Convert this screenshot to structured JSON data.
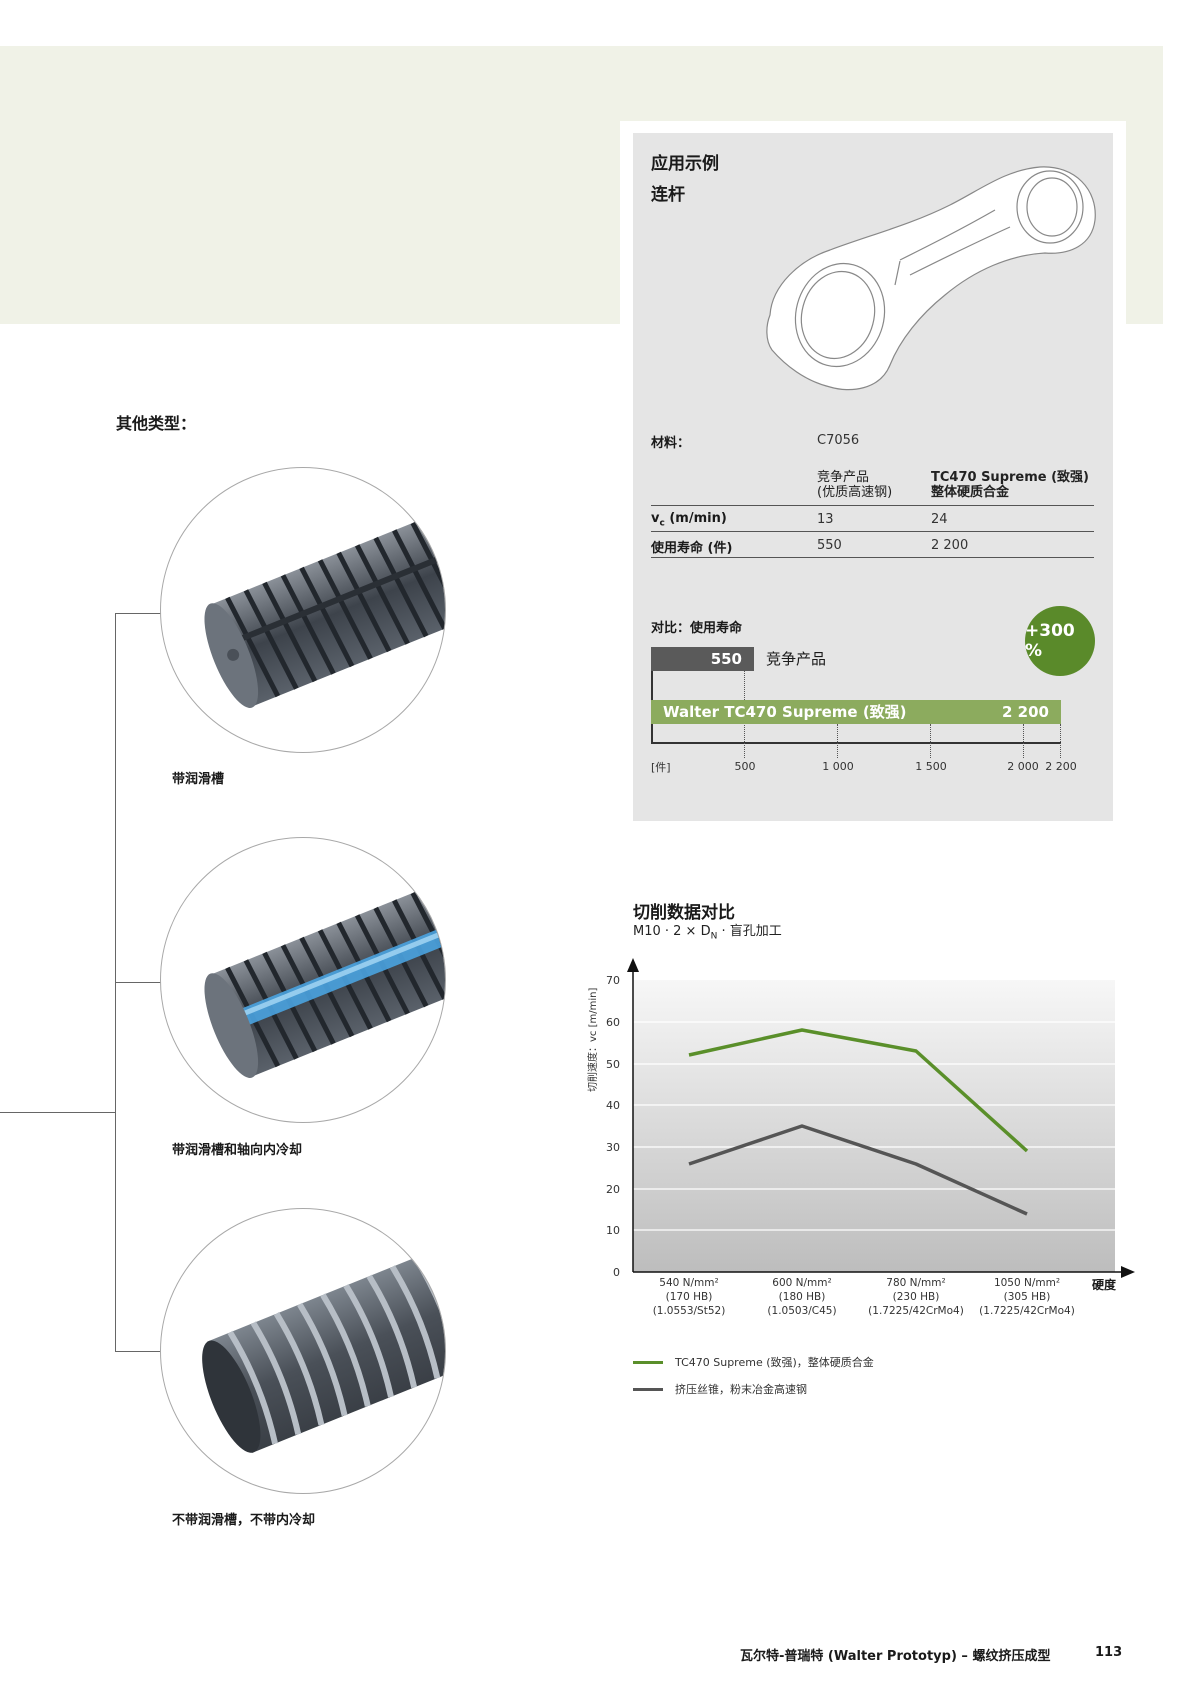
{
  "page": {
    "footer_title": "瓦尔特-普瑞特 (Walter Prototyp) – 螺纹挤压成型",
    "page_number": "113"
  },
  "other_types": {
    "heading": "其他类型：",
    "items": [
      {
        "caption": "带润滑槽",
        "image": "thread-former-with-lubrication-grooves"
      },
      {
        "caption": "带润滑槽和轴向内冷却",
        "image": "thread-former-with-grooves-and-axial-coolant"
      },
      {
        "caption": "不带润滑槽，不带内冷却",
        "image": "thread-former-plain"
      }
    ]
  },
  "application_example": {
    "title": "应用示例",
    "subtitle": "连杆",
    "image": "connecting-rod-drawing",
    "material_label": "材料：",
    "material_value": "C7056",
    "columns": [
      {
        "line1": "竞争产品",
        "line2": "(优质高速钢)"
      },
      {
        "line1": "TC470 Supreme (致强)",
        "line2": "整体硬质合金"
      }
    ],
    "rows": [
      {
        "label_main": "v",
        "label_sub": "c",
        "label_rest": " (m/min)",
        "competitor": "13",
        "walter": "24"
      },
      {
        "label_main": "使用寿命 (件)",
        "label_sub": "",
        "label_rest": "",
        "competitor": "550",
        "walter": "2 200"
      }
    ],
    "comparison_label": "对比：使用寿命",
    "badge": "+300 %",
    "colors": {
      "competitor_bar": "#5a5a5a",
      "walter_bar": "#8cab5e",
      "badge": "#5a8a2a",
      "panel": "#e5e5e5"
    }
  },
  "cutting_data": {
    "title": "切削数据对比",
    "subtitle_prefix": "M10 · 2 × D",
    "subtitle_sub": "N",
    "subtitle_suffix": " · 盲孔加工"
  },
  "chart_data": [
    {
      "type": "bar",
      "orientation": "horizontal",
      "title": "对比：使用寿命",
      "categories": [
        "竞争产品",
        "Walter TC470 Supreme (致强)"
      ],
      "values": [
        550,
        2200
      ],
      "value_labels": [
        "550",
        "2 200"
      ],
      "xlabel": "[件]",
      "xticks": [
        500,
        1000,
        1500,
        2000,
        2200
      ],
      "xtick_labels": [
        "500",
        "1 000",
        "1 500",
        "2 000",
        "2 200"
      ],
      "xlim": [
        0,
        2200
      ],
      "annotation": "+300 %",
      "colors": [
        "#5a5a5a",
        "#8cab5e"
      ]
    },
    {
      "type": "line",
      "title": "切削数据对比",
      "subtitle": "M10 · 2 × DN · 盲孔加工",
      "ylabel": "切削速度：vc [m/min]",
      "xlabel": "硬度",
      "ylim": [
        0,
        70
      ],
      "yticks": [
        0,
        10,
        20,
        30,
        40,
        50,
        60,
        70
      ],
      "grid": true,
      "categories": [
        [
          "540 N/mm²",
          "(170 HB)",
          "(1.0553/St52)"
        ],
        [
          "600 N/mm²",
          "(180 HB)",
          "(1.0503/C45)"
        ],
        [
          "780 N/mm²",
          "(230 HB)",
          "(1.7225/42CrMo4)"
        ],
        [
          "1050 N/mm²",
          "(305 HB)",
          "(1.7225/42CrMo4)"
        ]
      ],
      "series": [
        {
          "name": "TC470 Supreme (致强)，整体硬质合金",
          "values": [
            52,
            58,
            53,
            29
          ],
          "color": "#5a8f2a"
        },
        {
          "name": "挤压丝锥，粉末冶金高速钢",
          "values": [
            26,
            35,
            26,
            14
          ],
          "color": "#555555"
        }
      ],
      "legend_position": "bottom-left"
    }
  ]
}
